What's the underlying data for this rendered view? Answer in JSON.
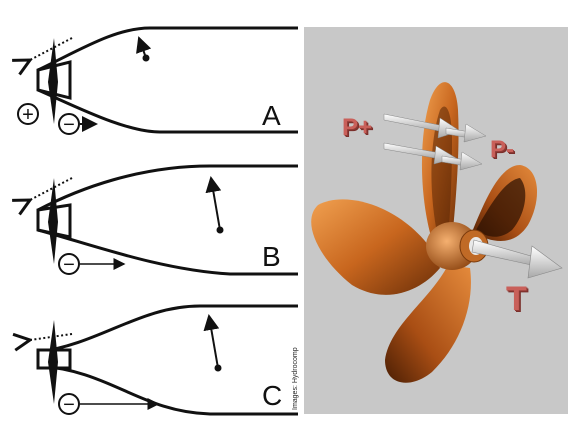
{
  "panels": [
    {
      "label": "A",
      "plus_symbol": "+",
      "minus_symbol": "−"
    },
    {
      "label": "B",
      "minus_symbol": "−"
    },
    {
      "label": "C",
      "minus_symbol": "−"
    }
  ],
  "render": {
    "p_plus": "P+",
    "p_minus": "P-",
    "thrust": "T",
    "credit": "Images: Hydrocomp"
  },
  "colors": {
    "line": "#111111",
    "propeller_light": "#e08a3a",
    "propeller_dark": "#7a3a0c",
    "render_bg": "#c8c8c8",
    "label_red": "#c9605a"
  }
}
